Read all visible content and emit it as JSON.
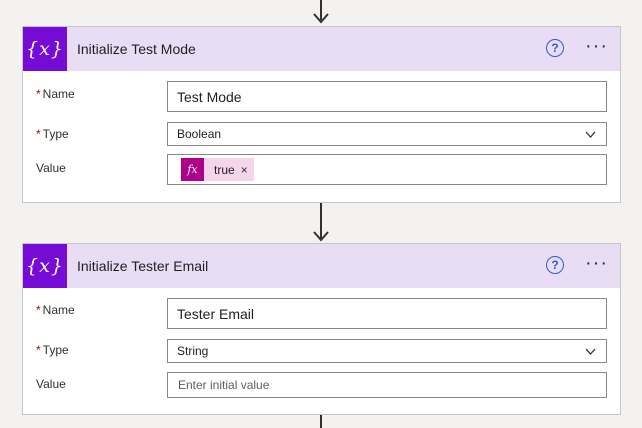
{
  "actions": [
    {
      "title": "Initialize Test Mode",
      "icon": "variable-braces-icon",
      "icon_text": "{x}",
      "help_glyph": "?",
      "more_glyph": "···",
      "fields": {
        "name_label": "Name",
        "name_value": "Test Mode",
        "type_label": "Type",
        "type_value": "Boolean",
        "value_label": "Value",
        "value_token": {
          "icon_text": "fx",
          "label": "true",
          "remove_glyph": "×"
        }
      }
    },
    {
      "title": "Initialize Tester Email",
      "icon": "variable-braces-icon",
      "icon_text": "{x}",
      "help_glyph": "?",
      "more_glyph": "···",
      "fields": {
        "name_label": "Name",
        "name_value": "Tester Email",
        "type_label": "Type",
        "type_value": "String",
        "value_label": "Value",
        "value_placeholder": "Enter initial value"
      }
    }
  ],
  "required_marker": "*",
  "colors": {
    "header_bg": "#e9dcf5",
    "icon_bg": "#770bd6",
    "token_icon_bg": "#ad008c",
    "token_bg": "#f4d5e9",
    "help_blue": "#2f5bd8",
    "required_red": "#a80000"
  }
}
